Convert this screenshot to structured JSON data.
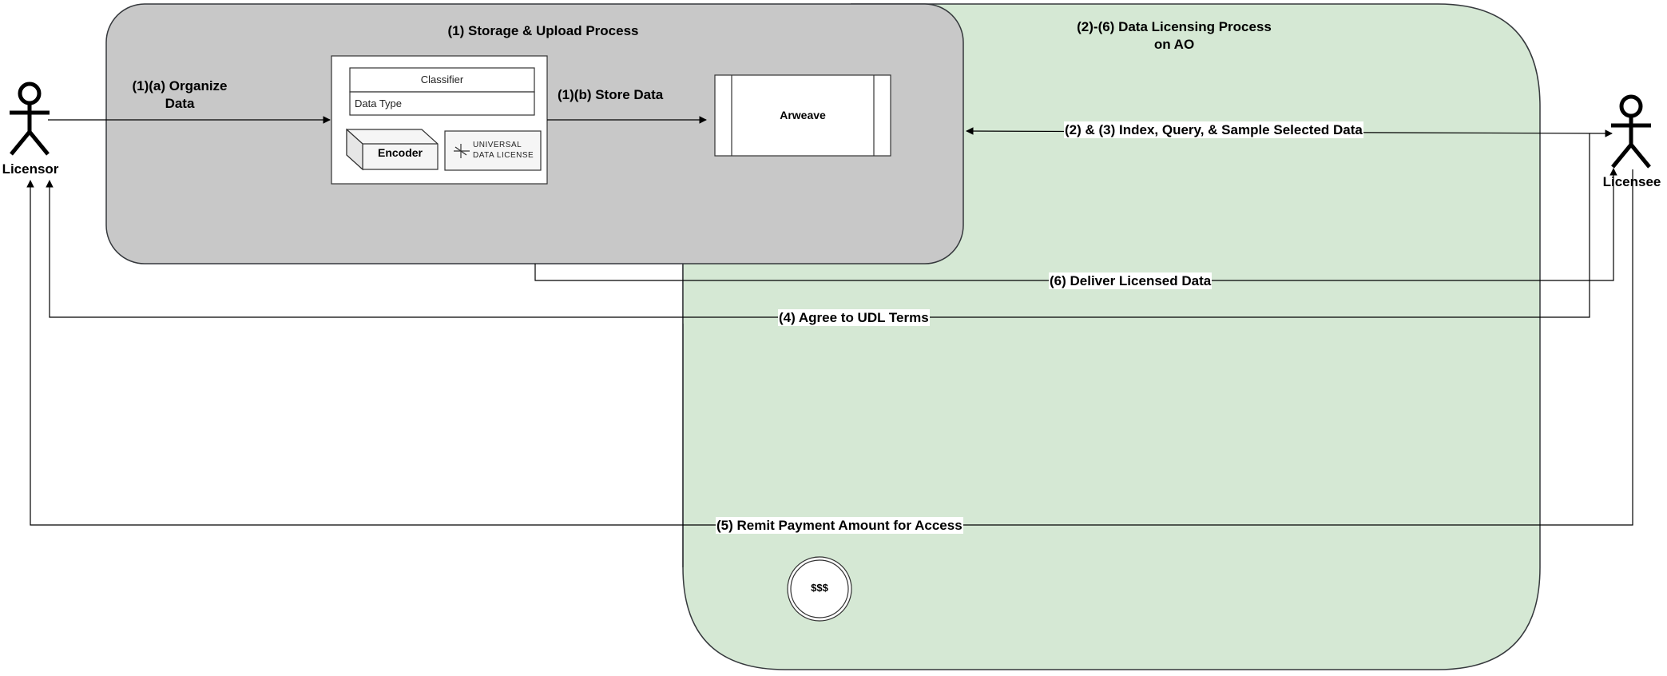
{
  "colors": {
    "storage_region": "#c8c8c8",
    "licensing_region": "#d5e8d4",
    "stroke": "#000000",
    "region_border": "#36393d"
  },
  "regions": {
    "storage_title": "(1) Storage & Upload Process",
    "licensing_title_line1": "(2)-(6) Data Licensing Process",
    "licensing_title_line2": "on AO"
  },
  "actors": {
    "licensor": "Licensor",
    "licensee": "Licensee"
  },
  "components": {
    "classifier": "Classifier",
    "data_type": "Data Type",
    "encoder": "Encoder",
    "udl_logo_line1": "UNIVERSAL",
    "udl_logo_line2": "DATA LICENSE",
    "arweave": "Arweave",
    "payment_token": "$$$"
  },
  "edges": {
    "organize_line1": "(1)(a) Organize",
    "organize_line2": "Data",
    "store": "(1)(b) Store Data",
    "index_query": "(2) & (3) Index, Query, & Sample Selected Data",
    "deliver": "(6) Deliver Licensed Data",
    "agree": "(4) Agree to UDL Terms",
    "remit": "(5) Remit Payment Amount for Access"
  }
}
